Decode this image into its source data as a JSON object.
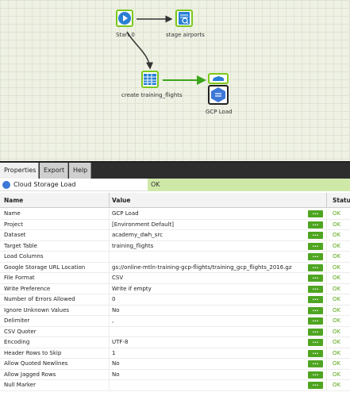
{
  "canvas": {
    "nodes": {
      "start": {
        "label": "Start 0"
      },
      "stage": {
        "label": "stage airports"
      },
      "create": {
        "label": "create training_flights"
      },
      "gcp": {
        "label": "GCP Load"
      }
    }
  },
  "tabs": [
    "Properties",
    "Export",
    "Help"
  ],
  "component": {
    "name": "Cloud Storage Load",
    "status": "OK"
  },
  "columns": {
    "name": "Name",
    "value": "Value",
    "status": "Status"
  },
  "button_label": "...",
  "rows": [
    {
      "name": "Name",
      "value": "GCP Load",
      "status": "OK"
    },
    {
      "name": "Project",
      "value": "[Environment Default]",
      "status": "OK"
    },
    {
      "name": "Dataset",
      "value": "academy_dwh_src",
      "status": "OK"
    },
    {
      "name": "Target Table",
      "value": "training_flights",
      "status": "OK"
    },
    {
      "name": "Load Columns",
      "value": "",
      "status": "OK"
    },
    {
      "name": "Google Storage URL Location",
      "value": "gs://online-mtln-training-gcp-flights/training_gcp_flights_2016.gz",
      "status": "OK"
    },
    {
      "name": "File Format",
      "value": "CSV",
      "status": "OK"
    },
    {
      "name": "Write Preference",
      "value": "Write if empty",
      "status": "OK"
    },
    {
      "name": "Number of Errors Allowed",
      "value": "0",
      "status": "OK"
    },
    {
      "name": "Ignore Unknown Values",
      "value": "No",
      "status": "OK"
    },
    {
      "name": "Delimiter",
      "value": ",",
      "status": "OK"
    },
    {
      "name": "CSV Quoter",
      "value": "",
      "status": "OK"
    },
    {
      "name": "Encoding",
      "value": "UTF-8",
      "status": "OK"
    },
    {
      "name": "Header Rows to Skip",
      "value": "1",
      "status": "OK"
    },
    {
      "name": "Allow Quoted Newlines",
      "value": "No",
      "status": "OK"
    },
    {
      "name": "Allow Jagged Rows",
      "value": "No",
      "status": "OK"
    },
    {
      "name": "Null Marker",
      "value": "",
      "status": "OK"
    }
  ],
  "colors": {
    "accent": "#7cc81a",
    "button": "#4fa521",
    "status_ok": "#5aa61a",
    "ok_band": "#cfe8a8"
  }
}
